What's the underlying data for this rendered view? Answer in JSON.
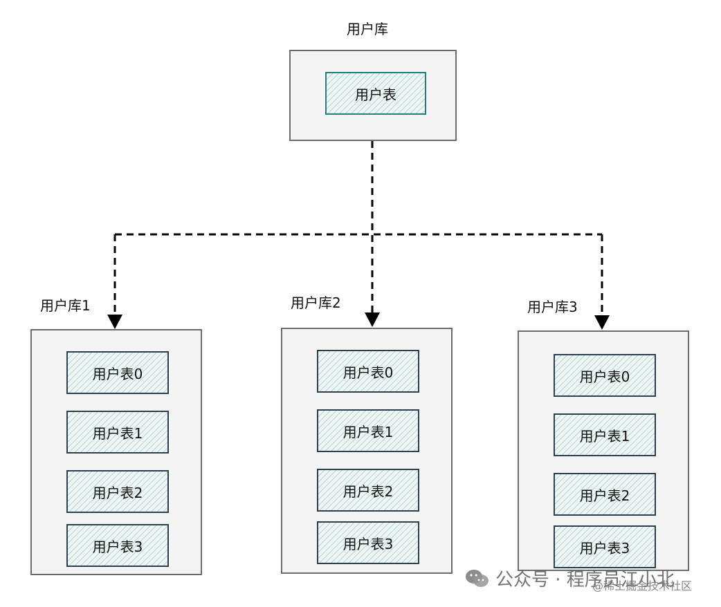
{
  "source_db": {
    "label": "用户库",
    "table": "用户表"
  },
  "shards": [
    {
      "label": "用户库1",
      "tables": [
        "用户表0",
        "用户表1",
        "用户表2",
        "用户表3"
      ]
    },
    {
      "label": "用户库2",
      "tables": [
        "用户表0",
        "用户表1",
        "用户表2",
        "用户表3"
      ]
    },
    {
      "label": "用户库3",
      "tables": [
        "用户表0",
        "用户表1",
        "用户表2",
        "用户表3"
      ]
    }
  ],
  "watermark": {
    "main": "公众号 · 程序员江小北",
    "sub": "@稀土掘金技术社区",
    "icon": "wechat-icon"
  },
  "colors": {
    "db_fill": "#f4f4f4",
    "db_border": "#6b6b6b",
    "table_hatch": "#5a9696",
    "main_table_border": "#1f7f7a",
    "connector": "#000000"
  }
}
